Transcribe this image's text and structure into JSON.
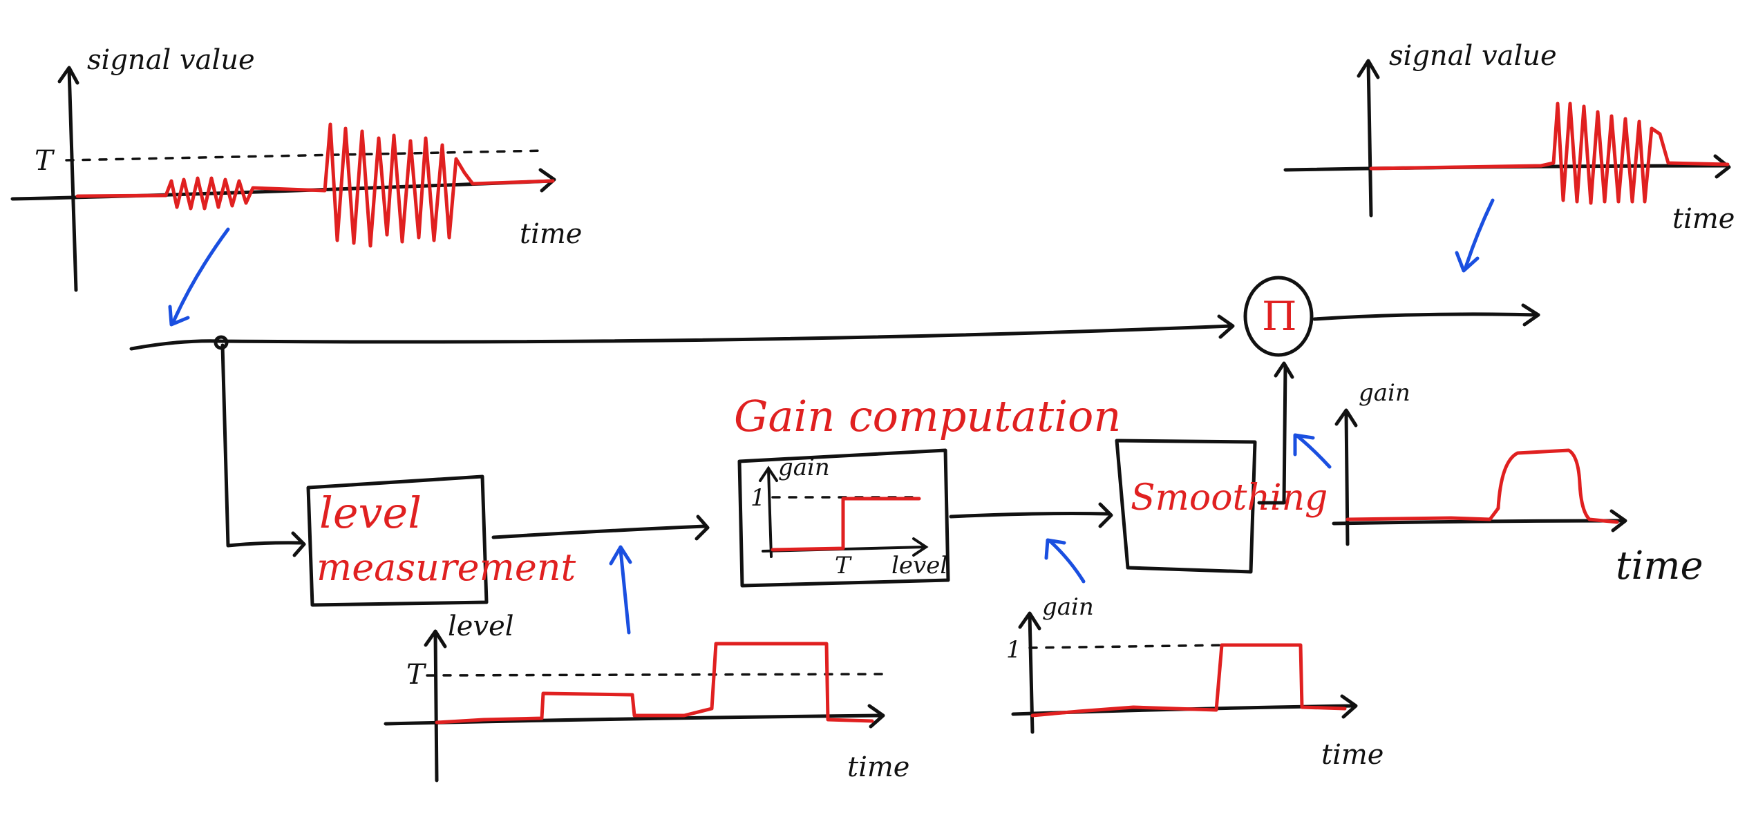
{
  "colors": {
    "ink": "#111111",
    "signal": "#e02020",
    "annotation_arrow": "#1a4fe0",
    "background": "#ffffff"
  },
  "blocks": {
    "level_measurement": {
      "line1": "level",
      "line2": "measurement"
    },
    "gain_computation": {
      "title": "Gain computation",
      "y_label": "gain",
      "y_tick": "1",
      "x_tick": "T",
      "x_label": "level"
    },
    "smoothing": {
      "label": "Smoothing"
    },
    "multiplier": {
      "symbol": "Π"
    }
  },
  "plots": {
    "input_signal": {
      "y_label": "signal value",
      "threshold": "T",
      "x_label": "time"
    },
    "output_signal": {
      "y_label": "signal value",
      "x_label": "time"
    },
    "level_plot": {
      "y_label": "level",
      "threshold": "T",
      "x_label": "time"
    },
    "gain_plot": {
      "y_label": "gain",
      "y_tick": "1",
      "x_label": "time"
    },
    "smoothed_gain_plot": {
      "y_label": "gain",
      "x_label": "time"
    }
  }
}
